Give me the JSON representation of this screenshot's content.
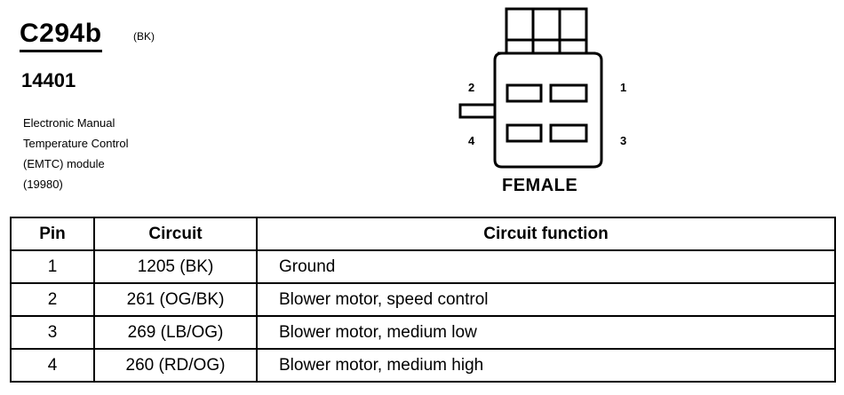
{
  "header": {
    "connector_id": "C294b",
    "color_code": "(BK)",
    "part_number": "14401",
    "description_lines": [
      "Electronic Manual",
      "Temperature Control",
      "(EMTC) module",
      "(19980)"
    ]
  },
  "connector": {
    "pin_labels": [
      "1",
      "2",
      "3",
      "4"
    ],
    "gender": "FEMALE"
  },
  "table": {
    "headers": [
      "Pin",
      "Circuit",
      "Circuit function"
    ],
    "rows": [
      {
        "pin": "1",
        "circuit": "1205 (BK)",
        "function": "Ground"
      },
      {
        "pin": "2",
        "circuit": "261 (OG/BK)",
        "function": "Blower motor, speed control"
      },
      {
        "pin": "3",
        "circuit": "269 (LB/OG)",
        "function": "Blower motor, medium low"
      },
      {
        "pin": "4",
        "circuit": "260 (RD/OG)",
        "function": "Blower motor, medium high"
      }
    ]
  }
}
